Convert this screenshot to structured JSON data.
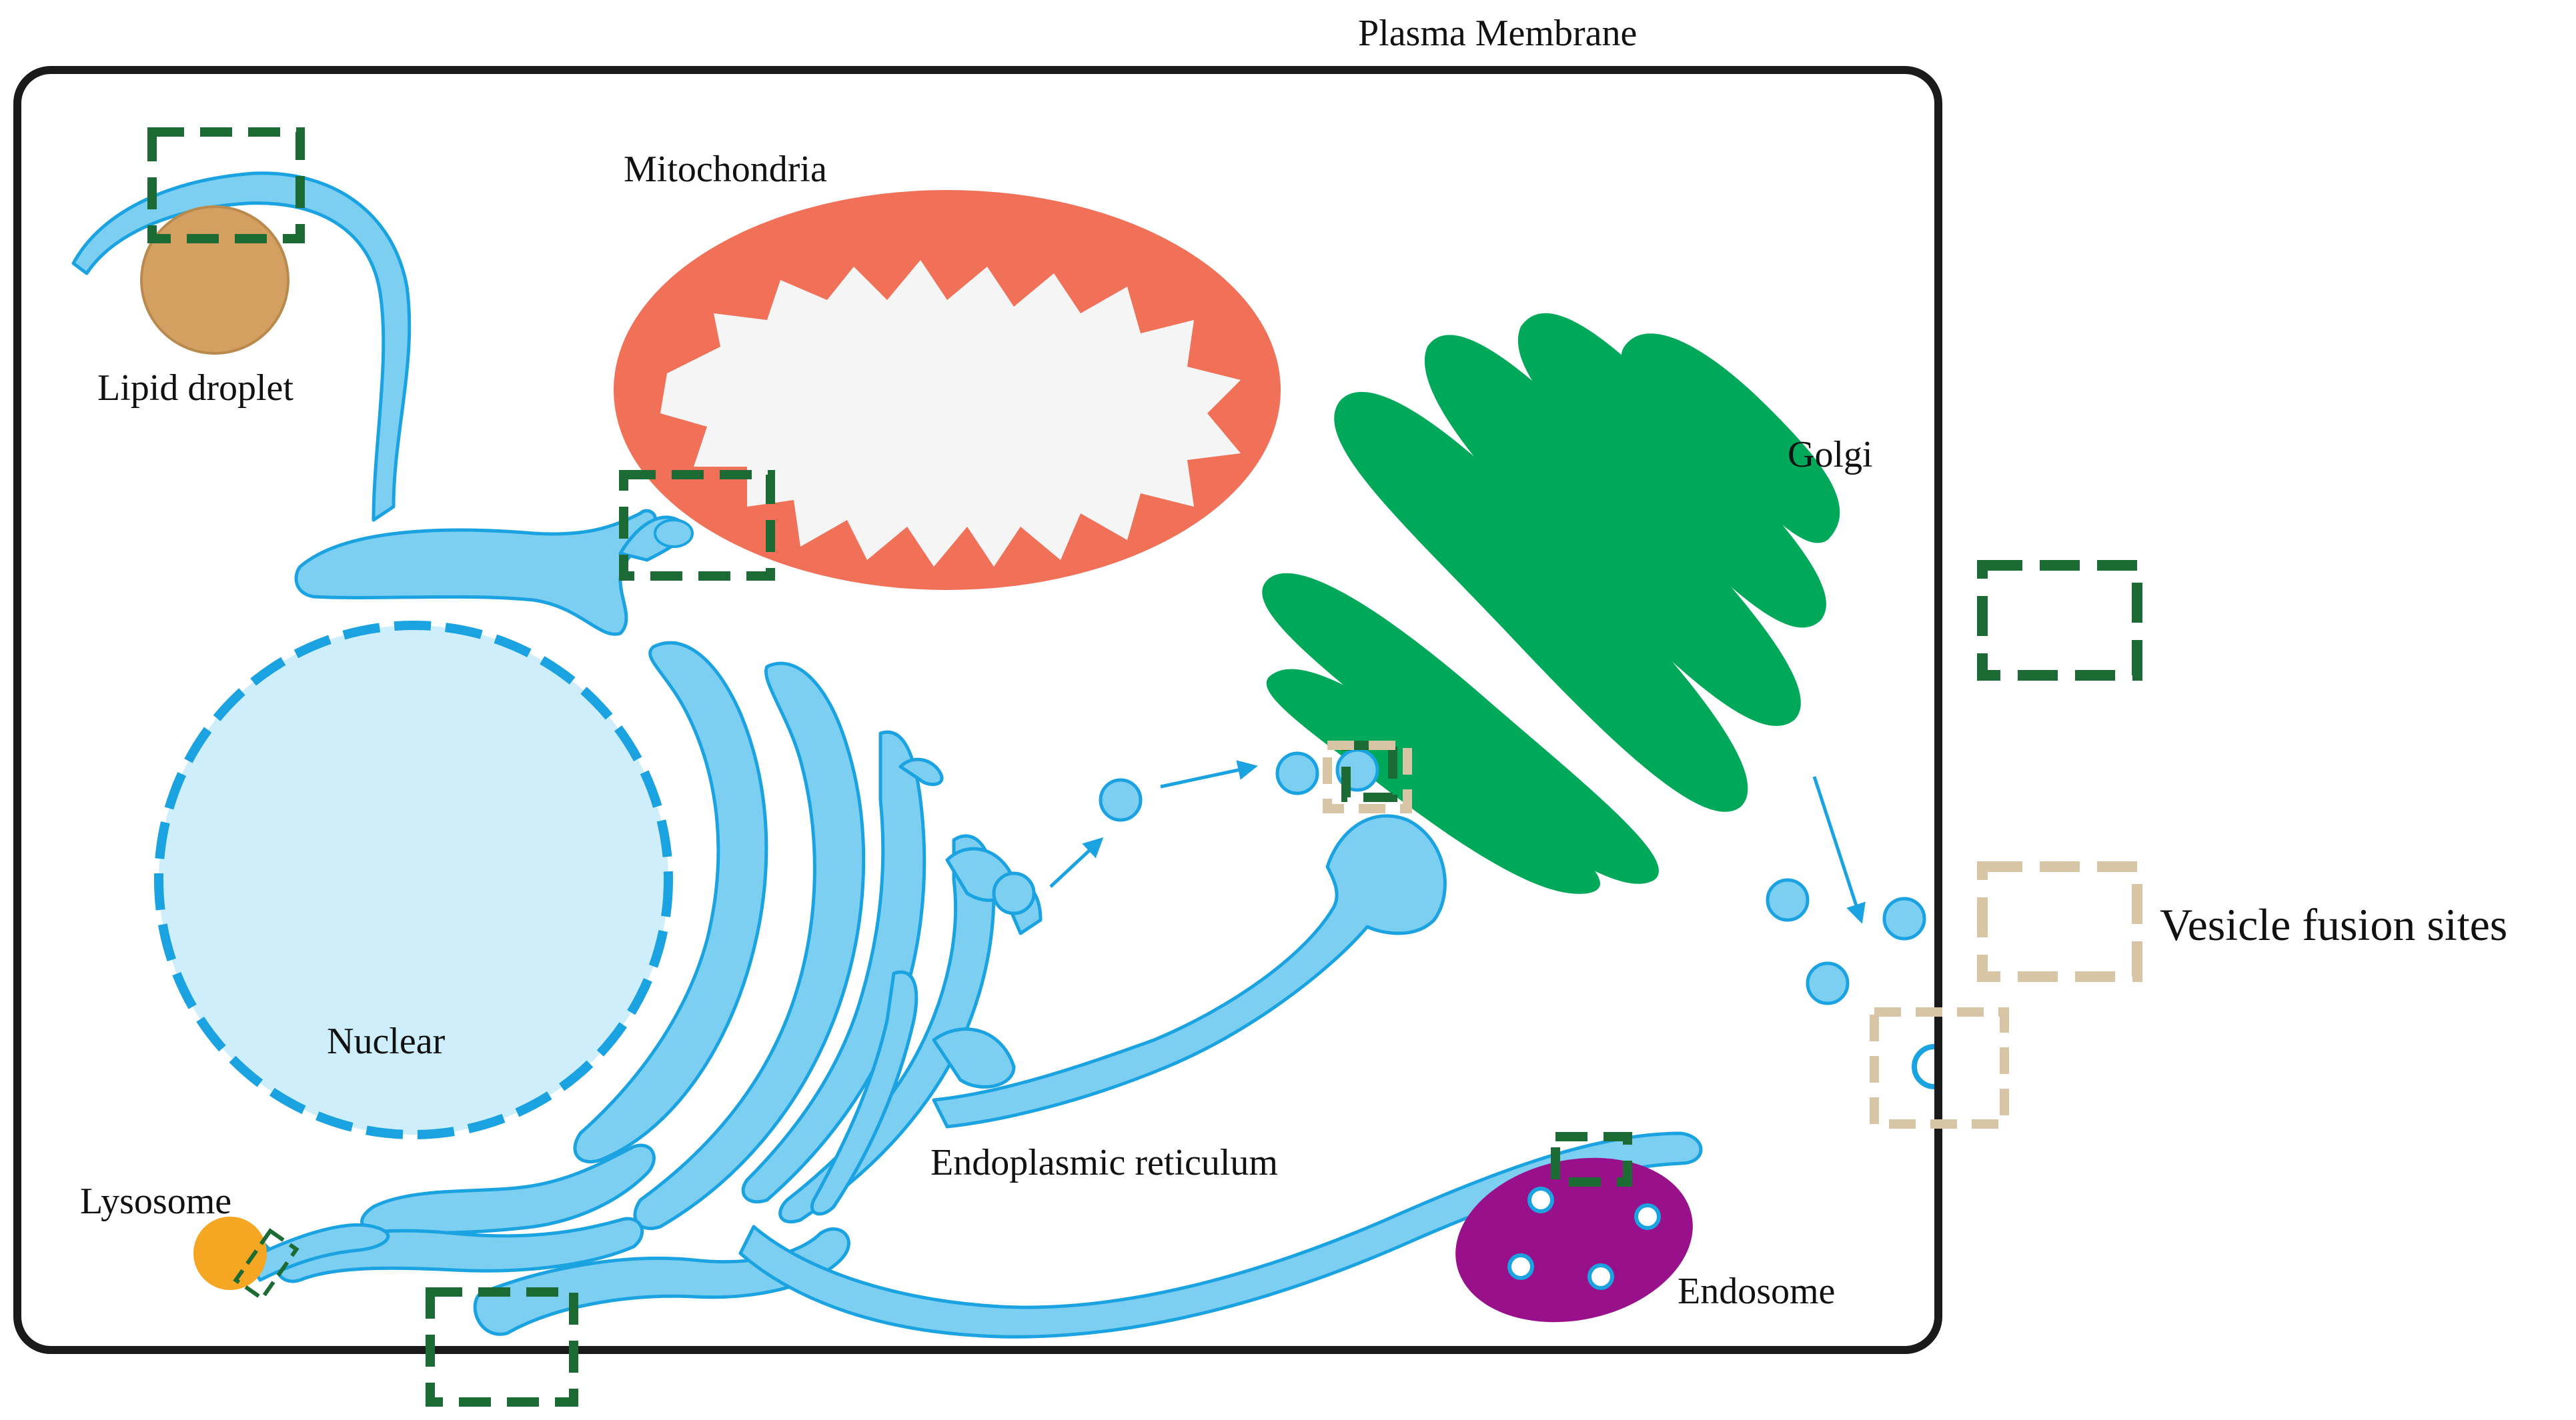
{
  "labels": {
    "plasma_membrane": "Plasma Membrane",
    "mitochondria": "Mitochondria",
    "lipid_droplet": "Lipid droplet",
    "golgi": "Golgi",
    "nuclear": "Nuclear",
    "lysosome": "Lysosome",
    "endoplasmic_reticulum": "Endoplasmic reticulum",
    "endosome": "Endosome"
  },
  "legend": {
    "vesicle_fusion_sites": "Vesicle fusion sites"
  },
  "colors": {
    "membrane_outline": "#1a1a1a",
    "er_fill": "#7dcff1",
    "er_stroke": "#1aa3e0",
    "nucleus_fill": "#cfeefb",
    "mitochondria": "#f07158",
    "mitochondria_inner": "#f5f5f5",
    "golgi": "#00a85a",
    "lipid_droplet": "#d4a061",
    "lysosome": "#f5a623",
    "endosome": "#98108a",
    "contact_site_box": "#1d6b34",
    "fusion_site_box": "#d7c5a6"
  }
}
